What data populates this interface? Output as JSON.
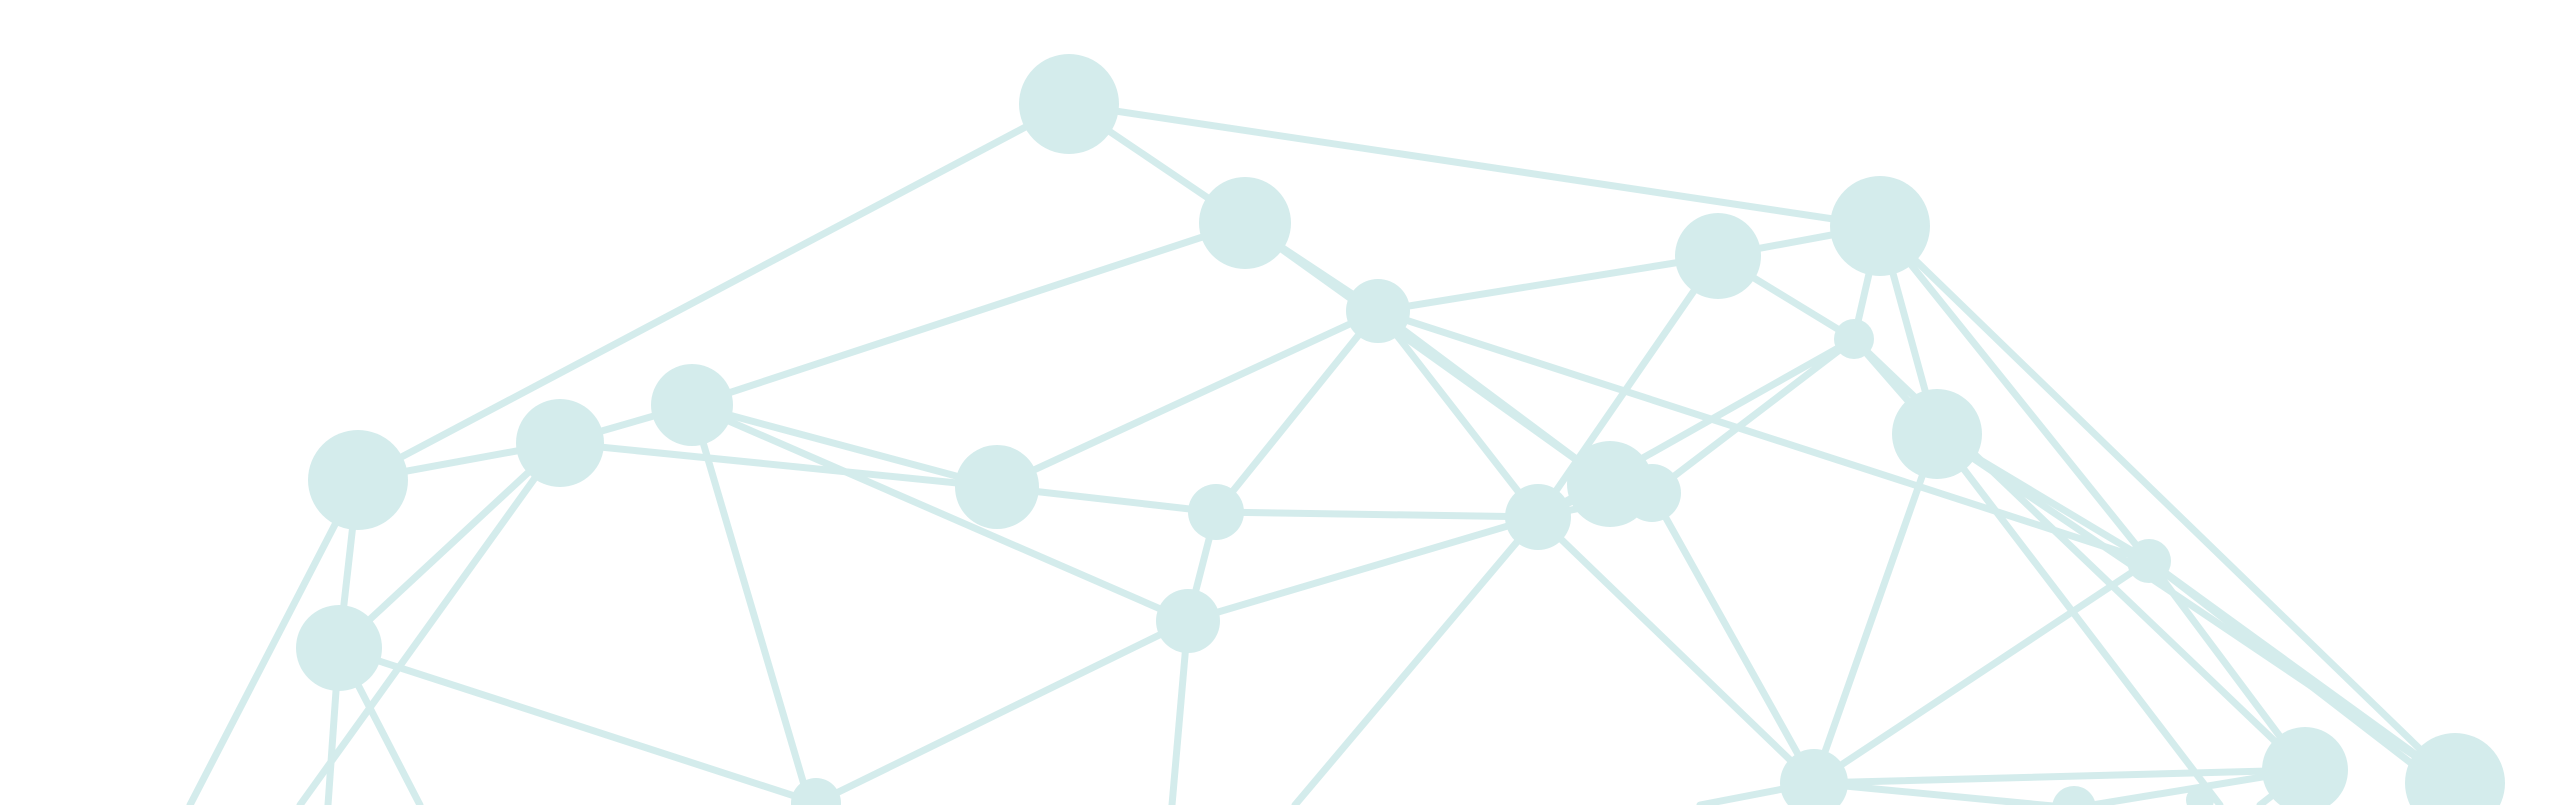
{
  "graphic": {
    "description_name": "network-graph-decoration",
    "colors": {
      "node": "#d4ecec",
      "edge": "#d4ecec",
      "background": "#ffffff"
    },
    "node_count": 27,
    "edge_count": 60
  }
}
